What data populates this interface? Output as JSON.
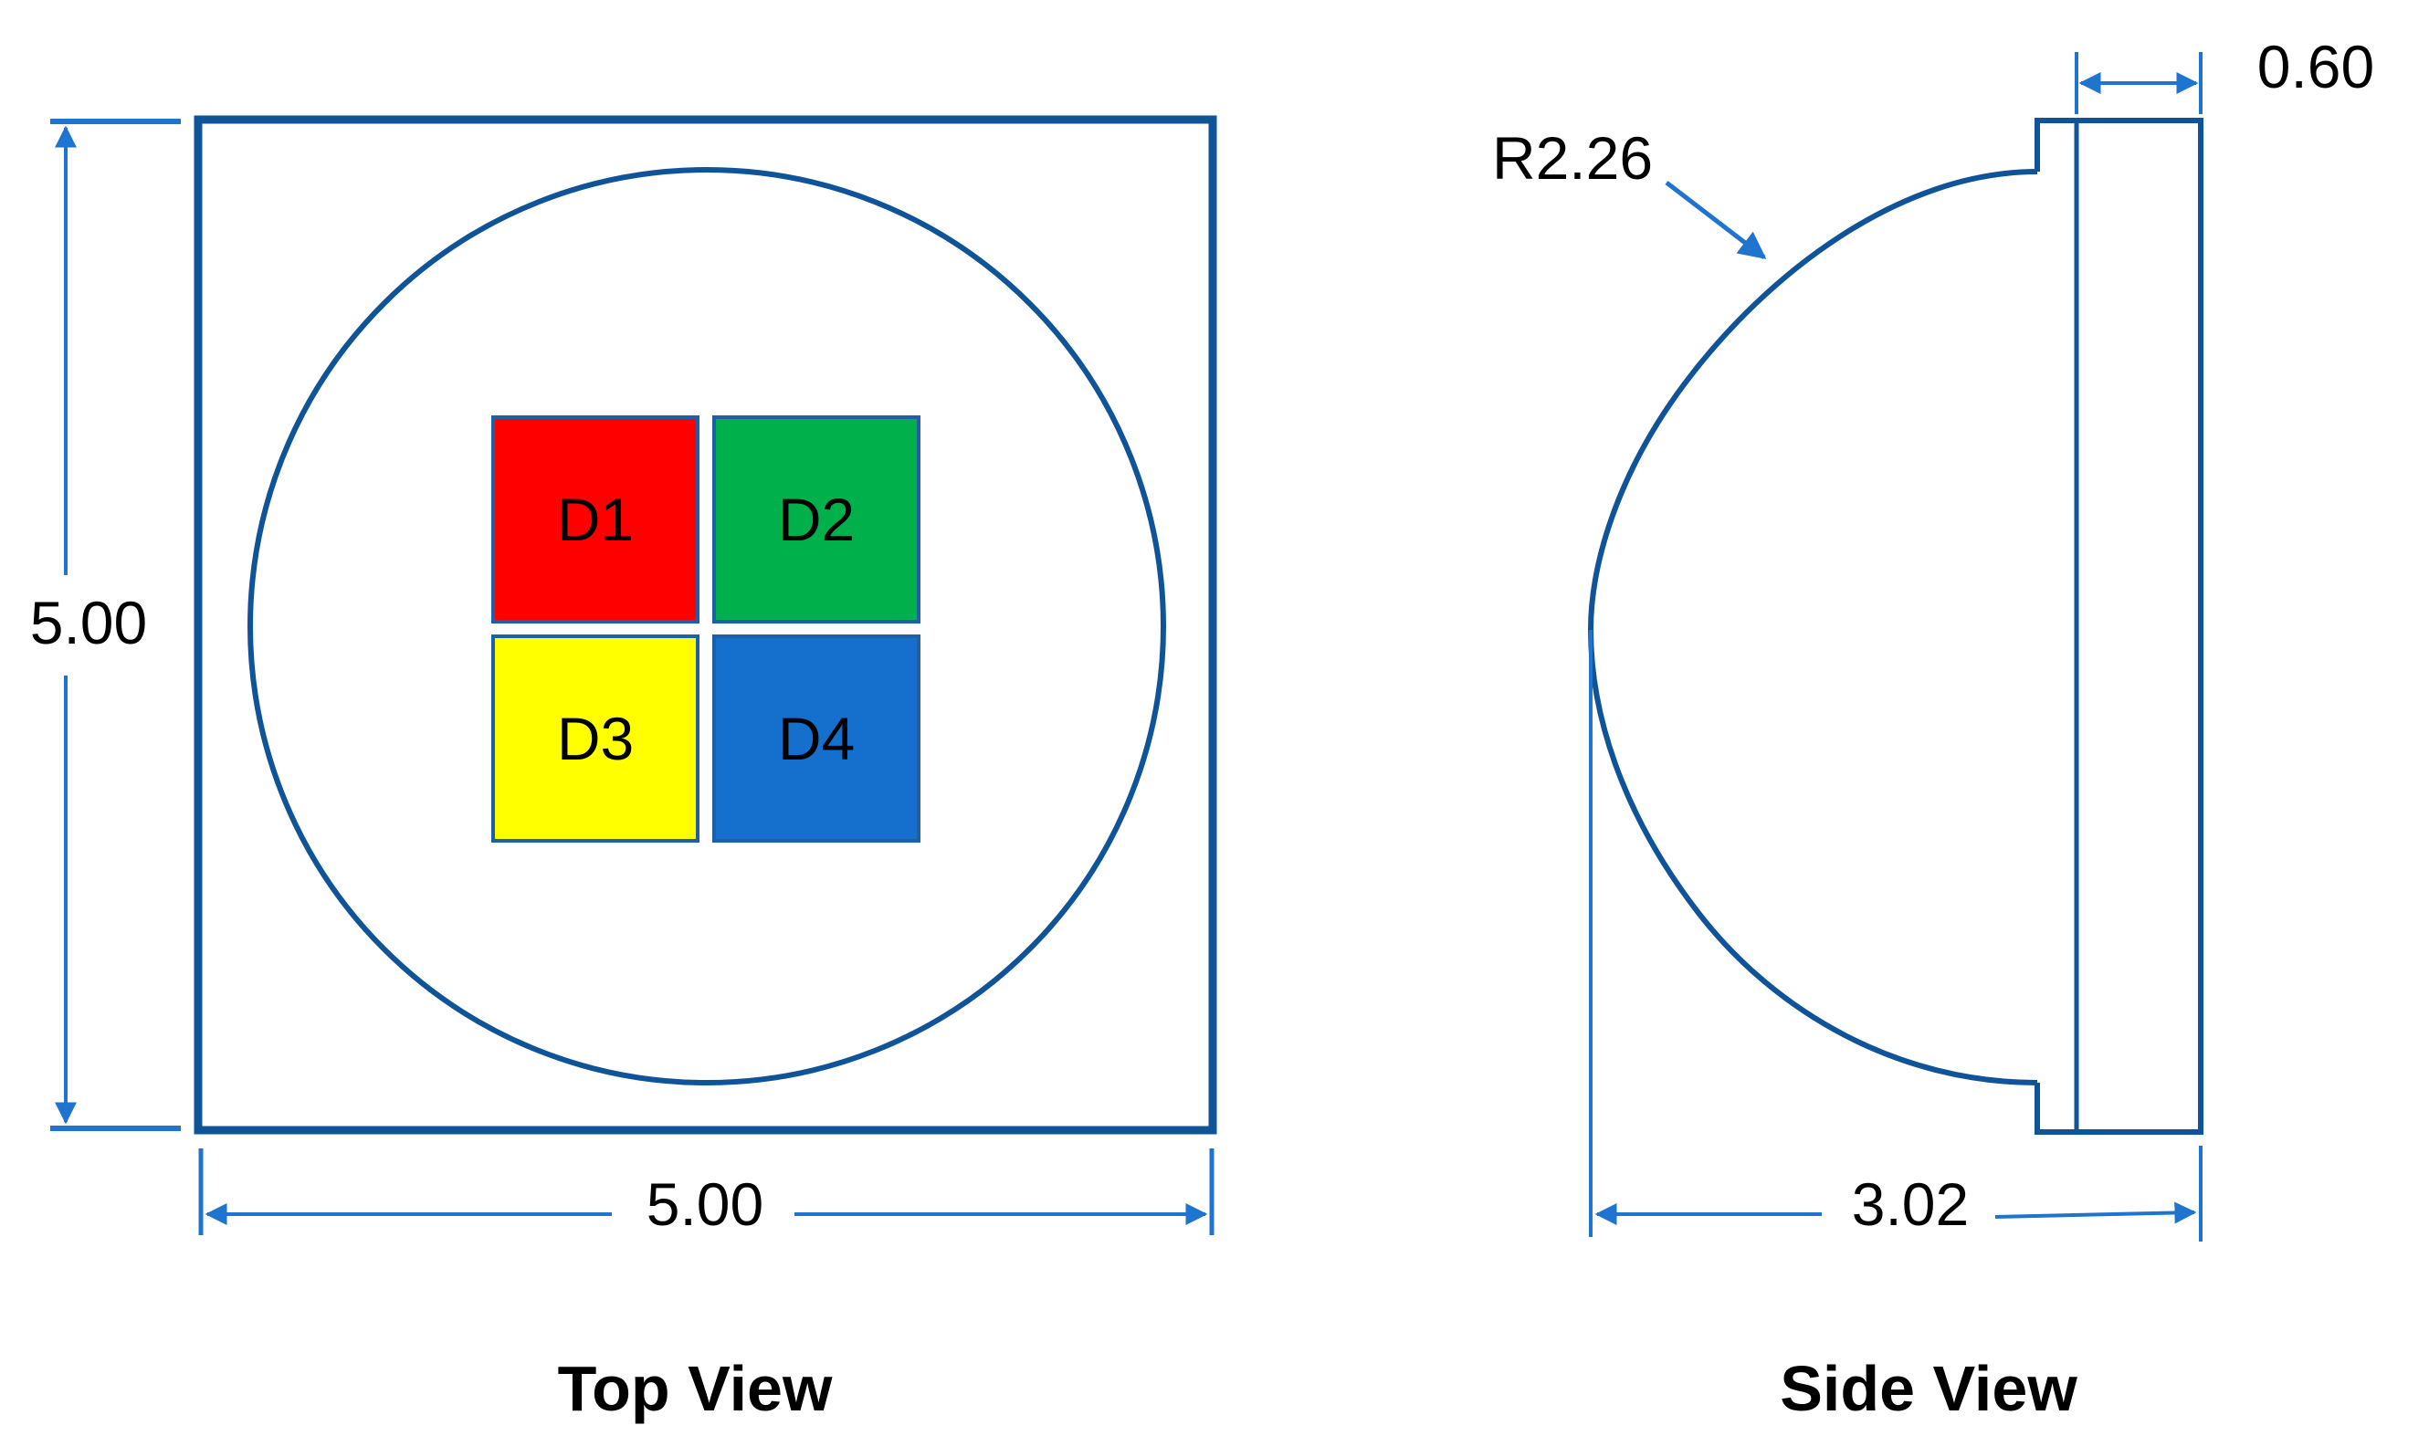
{
  "colors": {
    "outline": "#0F5398",
    "dimension": "#1F74D0",
    "led_red": "#FF0000",
    "led_green": "#00B04A",
    "led_yellow": "#FFFF00",
    "led_blue": "#1470CC",
    "text": "#000000"
  },
  "top_view": {
    "caption": "Top View",
    "height_dim": "5.00",
    "width_dim": "5.00",
    "leds": [
      {
        "id": "D1",
        "label": "D1",
        "color": "red"
      },
      {
        "id": "D2",
        "label": "D2",
        "color": "green"
      },
      {
        "id": "D3",
        "label": "D3",
        "color": "yellow"
      },
      {
        "id": "D4",
        "label": "D4",
        "color": "blue"
      }
    ]
  },
  "side_view": {
    "caption": "Side View",
    "radius_label": "R2.26",
    "thickness_dim": "0.60",
    "depth_dim": "3.02"
  }
}
